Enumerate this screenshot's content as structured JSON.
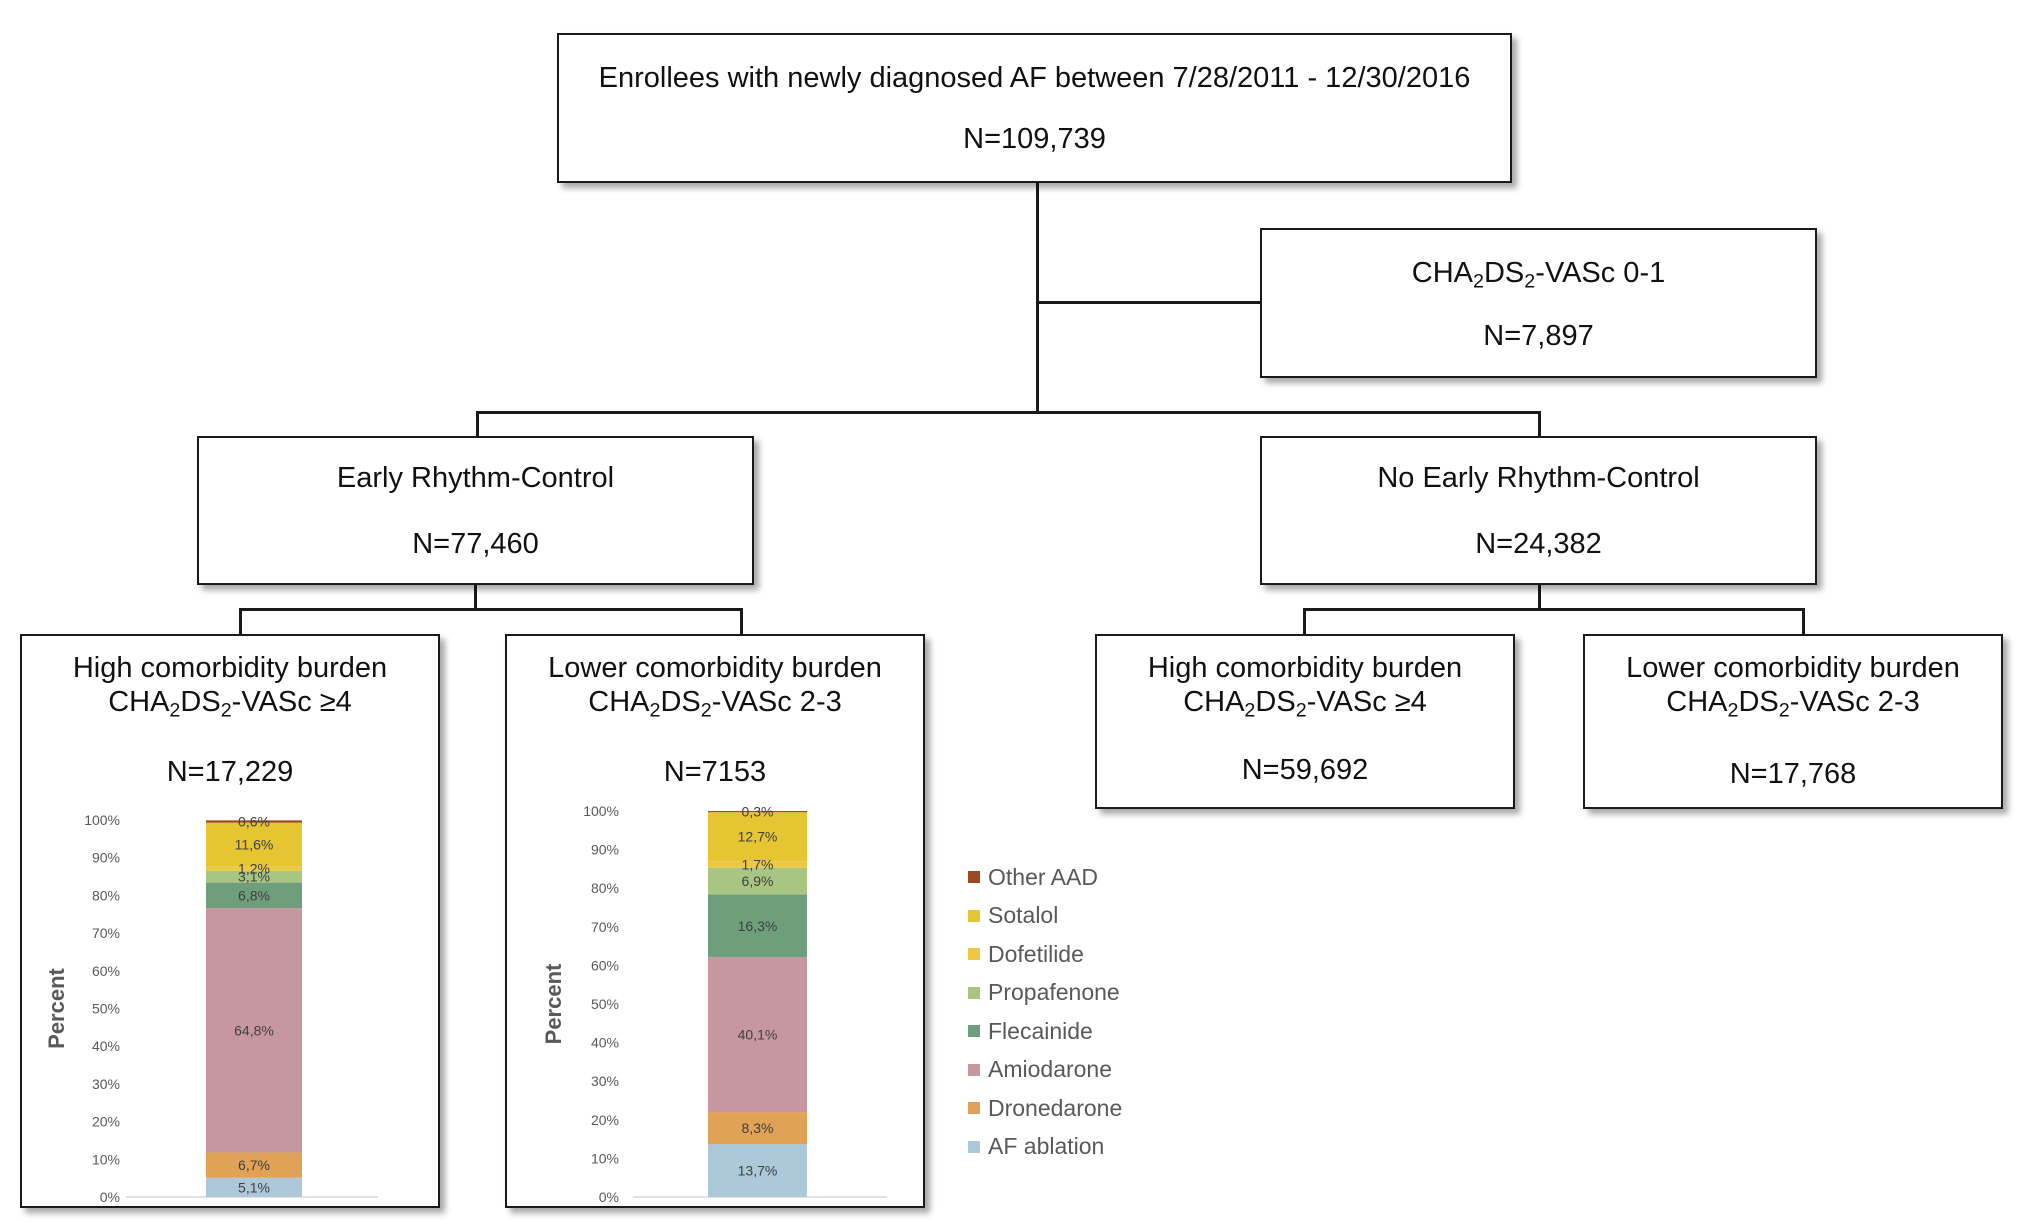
{
  "root": {
    "title": "Enrollees with newly diagnosed AF between 7/28/2011 - 12/30/2016",
    "n": "N=109,739"
  },
  "excluded": {
    "score_prefix": "CHA",
    "score_sub1": "2",
    "score_mid": "DS",
    "score_sub2": "2",
    "score_suffix": "-VASc 0-1",
    "n": "N=7,897"
  },
  "early": {
    "title": "Early Rhythm-Control",
    "n": "N=77,460"
  },
  "no_early": {
    "title": "No Early Rhythm-Control",
    "n": "N=24,382"
  },
  "score_text": {
    "prefix": "CHA",
    "sub1": "2",
    "mid": "DS",
    "sub2": "2"
  },
  "groups": {
    "early_high": {
      "title": "High comorbidity burden",
      "score_suffix": "-VASc ≥4",
      "n": "N=17,229"
    },
    "early_low": {
      "title": "Lower comorbidity burden",
      "score_suffix": "-VASc 2-3",
      "n": "N=7153"
    },
    "noearly_high": {
      "title": "High comorbidity burden",
      "score_suffix": "-VASc ≥4",
      "n": "N=59,692"
    },
    "noearly_low": {
      "title": "Lower comorbidity burden",
      "score_suffix": "-VASc 2-3",
      "n": "N=17,768"
    }
  },
  "legend": [
    {
      "label": "Other AAD",
      "color": "#9c4a1f"
    },
    {
      "label": "Sotalol",
      "color": "#e6c533"
    },
    {
      "label": "Dofetilide",
      "color": "#ecc844"
    },
    {
      "label": "Propafenone",
      "color": "#a8c682"
    },
    {
      "label": "Flecainide",
      "color": "#6f9e7c"
    },
    {
      "label": "Amiodarone",
      "color": "#c7979f"
    },
    {
      "label": "Dronedarone",
      "color": "#dfa257"
    },
    {
      "label": "AF ablation",
      "color": "#acc8d9"
    }
  ],
  "chart_data": [
    {
      "type": "bar",
      "ylabel": "Percent",
      "ylim": [
        0,
        100
      ],
      "yticks": [
        "0%",
        "10%",
        "20%",
        "30%",
        "40%",
        "50%",
        "60%",
        "70%",
        "80%",
        "90%",
        "100%"
      ],
      "stack_order": [
        "AF ablation",
        "Dronedarone",
        "Amiodarone",
        "Flecainide",
        "Propafenone",
        "Dofetilide",
        "Sotalol",
        "Other AAD"
      ],
      "values": [
        5.1,
        6.7,
        64.8,
        6.8,
        3.1,
        1.2,
        11.6,
        0.6
      ],
      "labels": [
        "5,1%",
        "6,7%",
        "64,8%",
        "6,8%",
        "3,1%",
        "1,2%",
        "11,6%",
        "0,6%"
      ]
    },
    {
      "type": "bar",
      "ylabel": "Percent",
      "ylim": [
        0,
        100
      ],
      "yticks": [
        "0%",
        "10%",
        "20%",
        "30%",
        "40%",
        "50%",
        "60%",
        "70%",
        "80%",
        "90%",
        "100%"
      ],
      "stack_order": [
        "AF ablation",
        "Dronedarone",
        "Amiodarone",
        "Flecainide",
        "Propafenone",
        "Dofetilide",
        "Sotalol",
        "Other AAD"
      ],
      "values": [
        13.7,
        8.3,
        40.1,
        16.3,
        6.9,
        1.7,
        12.7,
        0.3
      ],
      "labels": [
        "13,7%",
        "8,3%",
        "40,1%",
        "16,3%",
        "6,9%",
        "1,7%",
        "12,7%",
        "0,3%"
      ]
    }
  ]
}
